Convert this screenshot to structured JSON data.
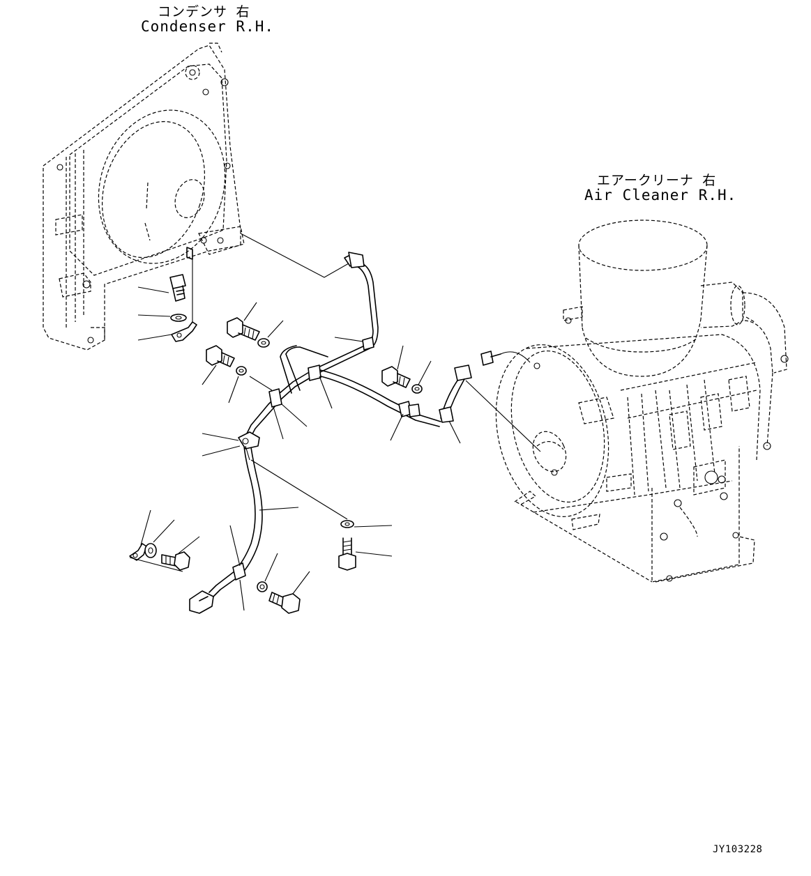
{
  "labels": {
    "condenser_jp": "コンデンサ 右",
    "condenser_en": "Condenser R.H.",
    "air_cleaner_jp": "エアークリーナ 右",
    "air_cleaner_en": "Air Cleaner R.H.",
    "drawing_code": "JY103228"
  },
  "colors": {
    "line": "#000000",
    "background": "#ffffff"
  }
}
